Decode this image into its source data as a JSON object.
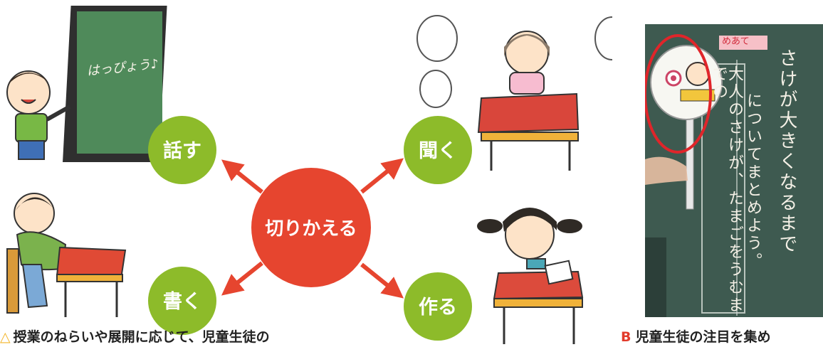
{
  "diagram": {
    "center": {
      "label": "切りかえる",
      "color": "#e6452f"
    },
    "nodes": [
      {
        "id": "talk",
        "label": "話す"
      },
      {
        "id": "listen",
        "label": "聞く"
      },
      {
        "id": "write",
        "label": "書く"
      },
      {
        "id": "make",
        "label": "作る"
      }
    ],
    "node_color": "#8dbb2a",
    "arrow_color": "#e6452f",
    "board_text": "はっぴょう♪"
  },
  "captions": {
    "a_mark": "△",
    "a_text": "授業のねらいや展開に応じて、児童生徒の",
    "b_mark": "B",
    "b_text": "児童生徒の注目を集め"
  },
  "photo": {
    "tag": "めあて",
    "line1": "さけが大きくなるまで",
    "line2": "大人のさけが、たまごをうむまでの",
    "line3": "についてまとめよう。",
    "highlight_color": "#e0252a"
  }
}
